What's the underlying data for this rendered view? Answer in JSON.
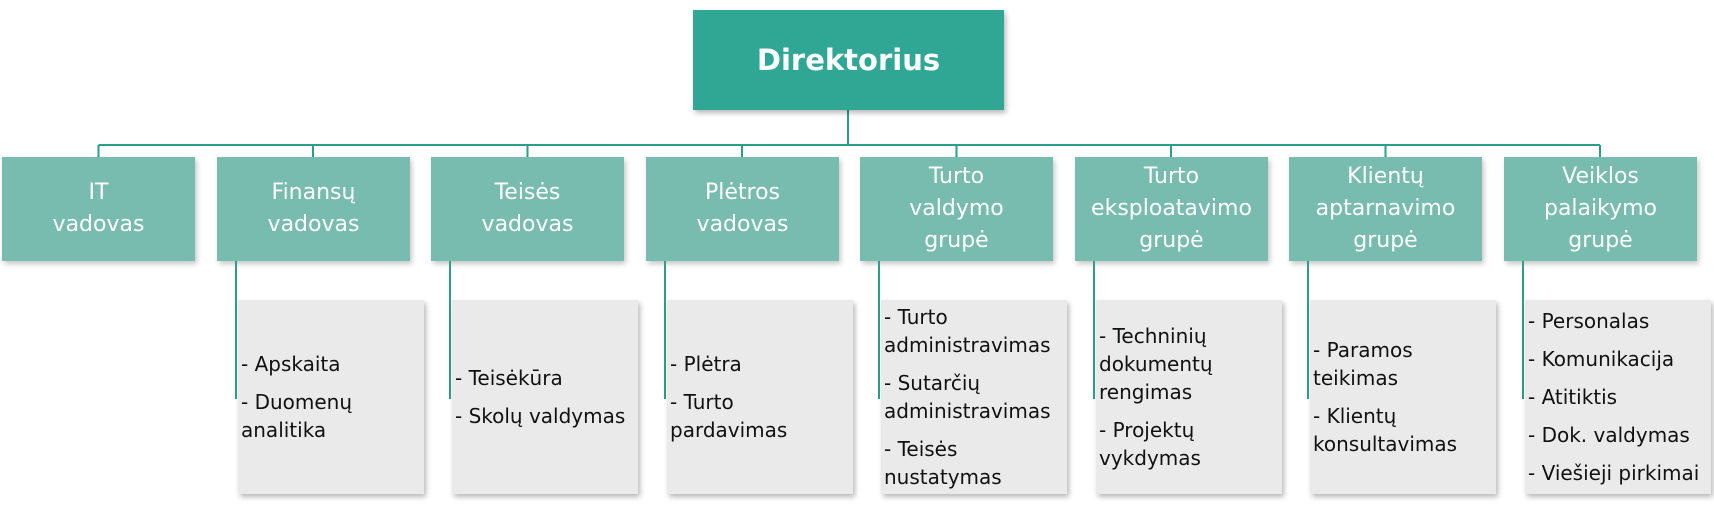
{
  "root": {
    "title": "Direktorius"
  },
  "colors": {
    "root_fill": "#2fa794",
    "dept_fill": "#78bcb0",
    "task_fill": "#eaeaea",
    "connector": "#2a9e8a"
  },
  "departments": [
    {
      "label": "IT\nvadovas",
      "tasks": []
    },
    {
      "label": "Finansų\nvadovas",
      "tasks": [
        "- Apskaita",
        "- Duomenų\nanalitika"
      ]
    },
    {
      "label": "Teisės\nvadovas",
      "tasks": [
        "- Teisėkūra",
        "- Skolų valdymas"
      ]
    },
    {
      "label": "Plėtros\nvadovas",
      "tasks": [
        "- Plėtra",
        "- Turto\npardavimas"
      ]
    },
    {
      "label": "Turto\nvaldymo\ngrupė",
      "tasks": [
        "- Turto\nadministravimas",
        "- Sutarčių\nadministravimas",
        "- Teisės\nnustatymas"
      ]
    },
    {
      "label": "Turto\neksploatavimo\ngrupė",
      "tasks": [
        "- Techninių\ndokumentų\nrengimas",
        "- Projektų\nvykdymas"
      ]
    },
    {
      "label": "Klientų\naptarnavimo\ngrupė",
      "tasks": [
        "- Paramos\nteikimas",
        "- Klientų\nkonsultavimas"
      ]
    },
    {
      "label": "Veiklos\npalaikymo\ngrupė",
      "tasks": [
        "- Personalas",
        "- Komunikacija",
        "- Atitiktis",
        "- Dok. valdymas",
        "- Viešieji pirkimai"
      ]
    }
  ]
}
